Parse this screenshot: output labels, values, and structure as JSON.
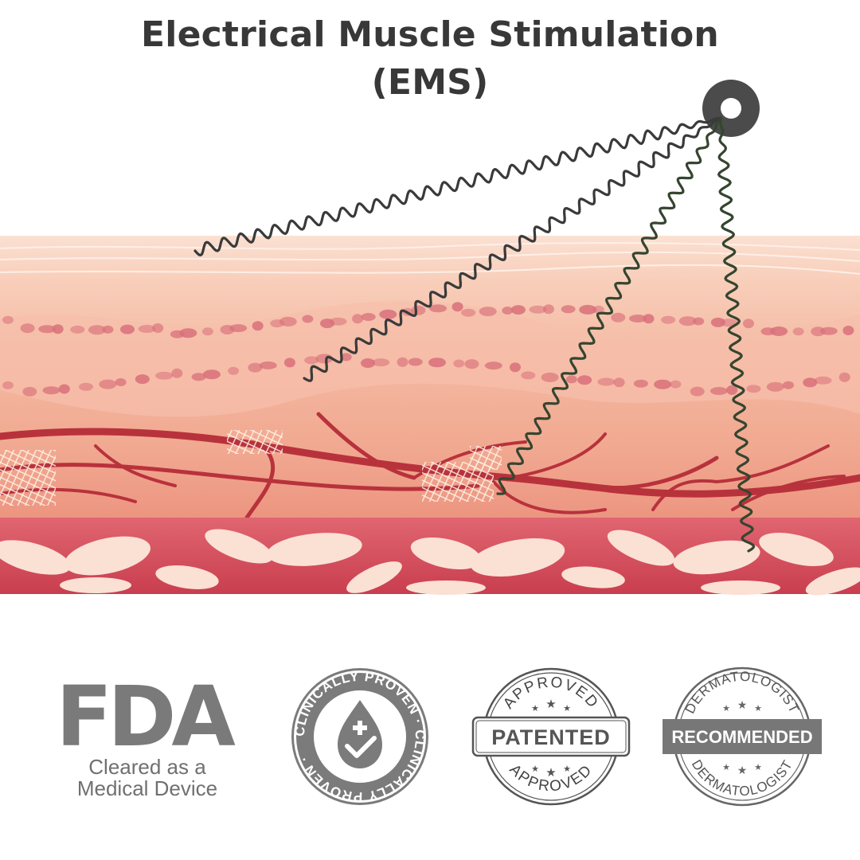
{
  "title": {
    "line1": "Electrical Muscle Stimulation",
    "line2": "(EMS)"
  },
  "badges": {
    "fda": {
      "logo": "FDA",
      "line1": "Cleared as a",
      "line2": "Medical Device"
    },
    "clinical": {
      "ring_text": "CLINICALLY PROVEN · CLINICALLY PROVEN ·",
      "icon": "drop-plus-check-icon"
    },
    "patented": {
      "top_text": "APPROVED",
      "bottom_text": "APPROVED",
      "ribbon": "PATENTED"
    },
    "dermatologist": {
      "top_text": "DERMATOLOGIST",
      "bottom_text": "DERMATOLOGIST",
      "ribbon": "RECOMMENDED"
    }
  },
  "colors": {
    "title": "#383838",
    "badge_gray": "#7a7a7a",
    "skin_light": "#f7c9b3",
    "skin_mid": "#f0a58f",
    "muscle": "#d44d5c",
    "vessel": "#b8323c",
    "wire": "#3a3a3a"
  }
}
